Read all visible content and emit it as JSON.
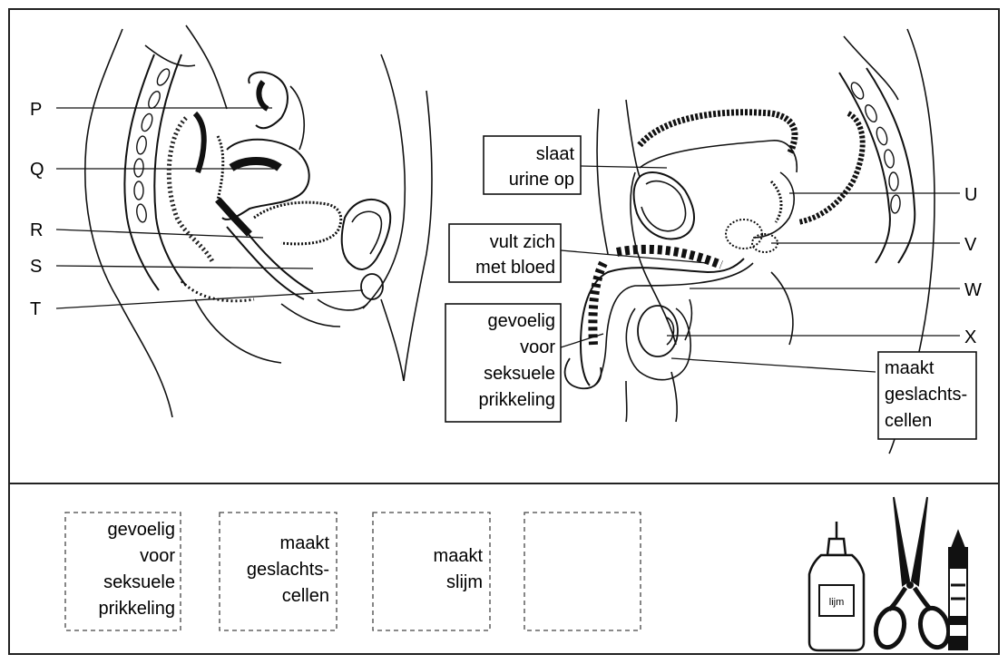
{
  "letters": {
    "P": "P",
    "Q": "Q",
    "R": "R",
    "S": "S",
    "T": "T",
    "U": "U",
    "V": "V",
    "W": "W",
    "X": "X"
  },
  "boxes": {
    "slaat": [
      "slaat",
      "urine op"
    ],
    "vult": [
      "vult zich",
      "met bloed"
    ],
    "gevoelig": [
      "gevoelig",
      "voor",
      "seksuele",
      "prikkeling"
    ],
    "maakt_cellen": [
      "maakt",
      "geslachts-",
      "cellen"
    ]
  },
  "cards": [
    [
      "gevoelig",
      "voor",
      "seksuele",
      "prikkeling"
    ],
    [
      "maakt",
      "geslachts-",
      "cellen"
    ],
    [
      "maakt",
      "slijm"
    ],
    []
  ],
  "tools": {
    "glue_label": "lijm"
  }
}
